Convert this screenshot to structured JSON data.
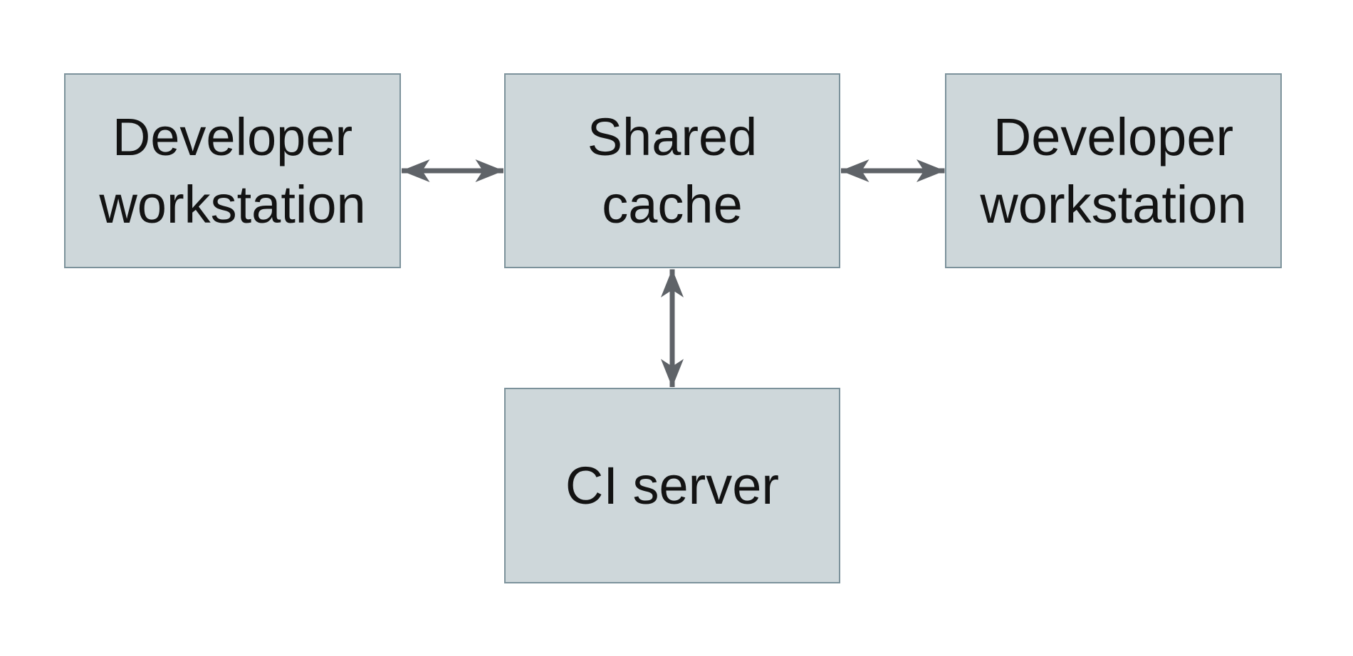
{
  "diagram": {
    "title": "",
    "colors": {
      "node_fill": "#ced7da",
      "node_border": "#7c929b",
      "connector": "#5f6368",
      "label_text": "#131313",
      "background": "#ffffff"
    },
    "nodes": [
      {
        "id": "developer-workstation-left",
        "label": "Developer workstation",
        "lines": [
          "Developer",
          "workstation"
        ]
      },
      {
        "id": "shared-cache",
        "label": "Shared cache",
        "lines": [
          "Shared",
          "cache"
        ]
      },
      {
        "id": "developer-workstation-right",
        "label": "Developer workstation",
        "lines": [
          "Developer",
          "workstation"
        ]
      },
      {
        "id": "ci-server",
        "label": "CI server",
        "lines": [
          "CI server"
        ]
      }
    ],
    "edges": [
      {
        "from": "developer-workstation-left",
        "to": "shared-cache",
        "type": "bidirectional-arrow"
      },
      {
        "from": "shared-cache",
        "to": "developer-workstation-right",
        "type": "bidirectional-arrow"
      },
      {
        "from": "shared-cache",
        "to": "ci-server",
        "type": "bidirectional-arrow"
      }
    ]
  }
}
